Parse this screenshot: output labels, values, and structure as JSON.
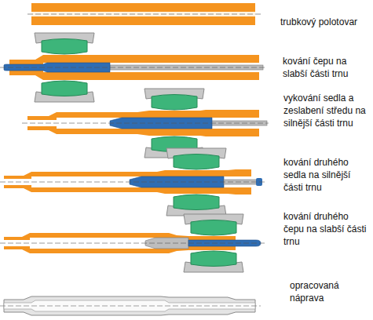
{
  "diagram": {
    "labels": [
      "trubkový polotovar",
      "kování čepu na slabší části trnu",
      "vykování sedla a zeslabení středu na silnější části trnu",
      "kování druhého sedla na silnější části trnu",
      "kování druhého čepu na slabší části trnu",
      "opracovaná náprava"
    ]
  }
}
